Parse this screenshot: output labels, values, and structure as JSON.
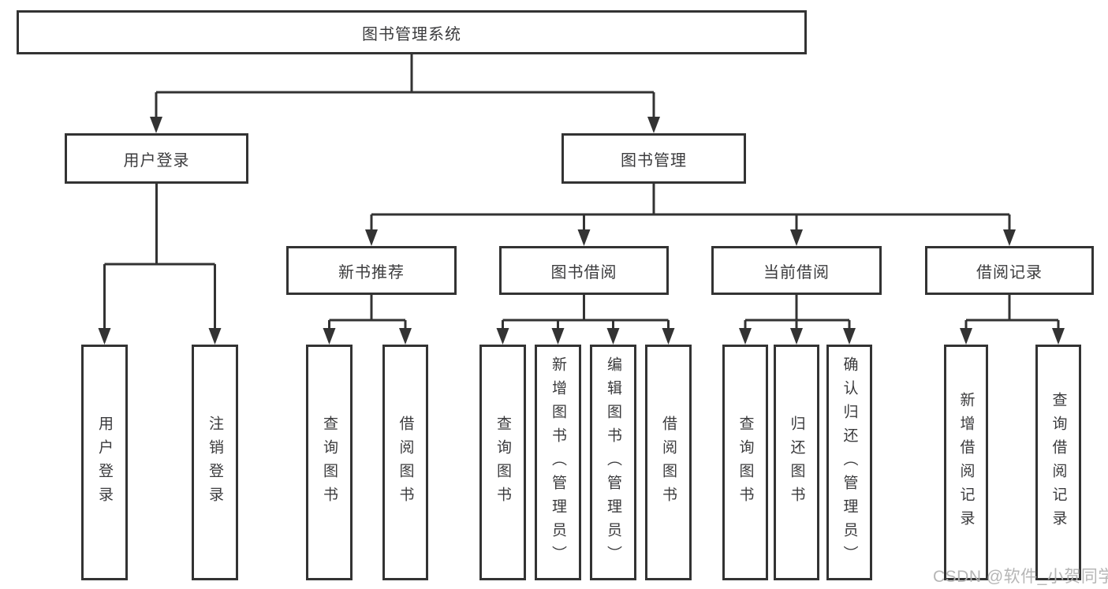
{
  "title": "图书管理系统",
  "tree": {
    "label": "图书管理系统",
    "children": [
      {
        "label": "用户登录",
        "children": [
          {
            "label": "用户登录"
          },
          {
            "label": "注销登录"
          }
        ]
      },
      {
        "label": "图书管理",
        "children": [
          {
            "label": "新书推荐",
            "children": [
              {
                "label": "查询图书"
              },
              {
                "label": "借阅图书"
              }
            ]
          },
          {
            "label": "图书借阅",
            "children": [
              {
                "label": "查询图书"
              },
              {
                "label": "新增图书（管理员）"
              },
              {
                "label": "编辑图书（管理员）"
              },
              {
                "label": "借阅图书"
              }
            ]
          },
          {
            "label": "当前借阅",
            "children": [
              {
                "label": "查询图书"
              },
              {
                "label": "归还图书"
              },
              {
                "label": "确认归还（管理员）"
              }
            ]
          },
          {
            "label": "借阅记录",
            "children": [
              {
                "label": "新增借阅记录"
              },
              {
                "label": "查询借阅记录"
              }
            ]
          }
        ]
      }
    ]
  },
  "watermark": "CSDN @软件_小贺同学",
  "colors": {
    "line": "#333333",
    "box_border": "#333333",
    "text": "#3b3b3d",
    "background": "#ffffff",
    "watermark": "#b2b2b2"
  }
}
